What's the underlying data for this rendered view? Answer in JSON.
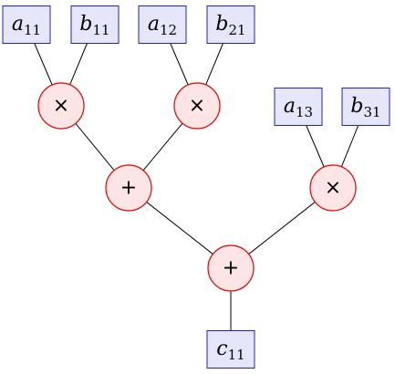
{
  "colors": {
    "variable_fill": "#e6e6fa",
    "variable_border": "#2323b5",
    "operator_fill": "#fde5e5",
    "operator_border": "#e60000",
    "edge": "#000000"
  },
  "variables": [
    {
      "id": "a11",
      "base": "a",
      "sub": "11"
    },
    {
      "id": "b11",
      "base": "b",
      "sub": "11"
    },
    {
      "id": "a12",
      "base": "a",
      "sub": "12"
    },
    {
      "id": "b21",
      "base": "b",
      "sub": "21"
    },
    {
      "id": "a13",
      "base": "a",
      "sub": "13"
    },
    {
      "id": "b31",
      "base": "b",
      "sub": "31"
    },
    {
      "id": "c11",
      "base": "c",
      "sub": "11"
    }
  ],
  "operators": [
    {
      "id": "mul1",
      "symbol": "×"
    },
    {
      "id": "mul2",
      "symbol": "×"
    },
    {
      "id": "mul3",
      "symbol": "×"
    },
    {
      "id": "add1",
      "symbol": "+"
    },
    {
      "id": "add2",
      "symbol": "+"
    }
  ],
  "edges": [
    {
      "from": "a11",
      "to": "mul1"
    },
    {
      "from": "b11",
      "to": "mul1"
    },
    {
      "from": "a12",
      "to": "mul2"
    },
    {
      "from": "b21",
      "to": "mul2"
    },
    {
      "from": "a13",
      "to": "mul3"
    },
    {
      "from": "b31",
      "to": "mul3"
    },
    {
      "from": "mul1",
      "to": "add1"
    },
    {
      "from": "mul2",
      "to": "add1"
    },
    {
      "from": "add1",
      "to": "add2"
    },
    {
      "from": "mul3",
      "to": "add2"
    },
    {
      "from": "add2",
      "to": "c11"
    }
  ]
}
